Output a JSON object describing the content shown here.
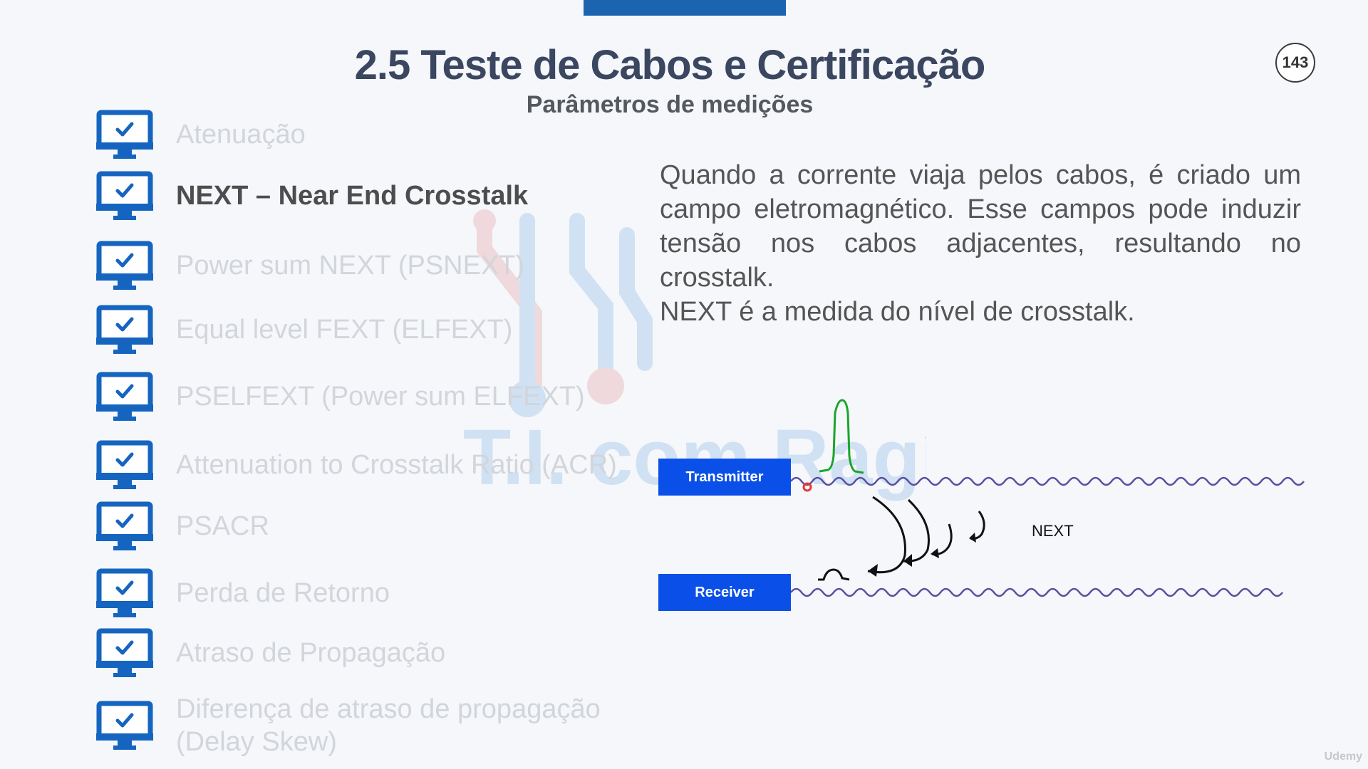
{
  "slide": {
    "title": "2.5 Teste de Cabos e Certificação",
    "subtitle": "Parâmetros de medições",
    "page_number": "143"
  },
  "list": {
    "items": [
      {
        "label": "Atenuação",
        "active": false
      },
      {
        "label": "NEXT – Near End Crosstalk",
        "active": true
      },
      {
        "label": "Power sum NEXT (PSNEXT)",
        "active": false
      },
      {
        "label": "Equal level FEXT (ELFEXT)",
        "active": false
      },
      {
        "label": "PSELFEXT (Power sum ELFEXT)",
        "active": false
      },
      {
        "label": "Attenuation to Crosstalk Ratio (ACR)",
        "active": false
      },
      {
        "label": "PSACR",
        "active": false
      },
      {
        "label": "Perda de Retorno",
        "active": false
      },
      {
        "label": "Atraso de Propagação",
        "active": false
      },
      {
        "label": "Diferença de atraso de propagação (Delay Skew)",
        "active": false
      }
    ]
  },
  "description": {
    "paragraph1": "Quando a corrente viaja pelos cabos, é criado um campo eletromagnético. Esse campos pode induzir tensão nos cabos adjacentes, resultando no crosstalk.",
    "paragraph2": "NEXT é a medida do nível de crosstalk."
  },
  "diagram": {
    "transmitter_label": "Transmitter",
    "receiver_label": "Receiver",
    "next_label": "NEXT"
  },
  "watermark": {
    "text": "T.I. com Ragí"
  },
  "branding": {
    "udemy": "Udemy"
  },
  "colors": {
    "accent": "#1b64b0",
    "monitor_blue": "#1565c0",
    "box_blue": "#0a50e8",
    "title": "#3b4660",
    "signal_green": "#1aa52a",
    "wire_purple": "#5a4fa0"
  }
}
